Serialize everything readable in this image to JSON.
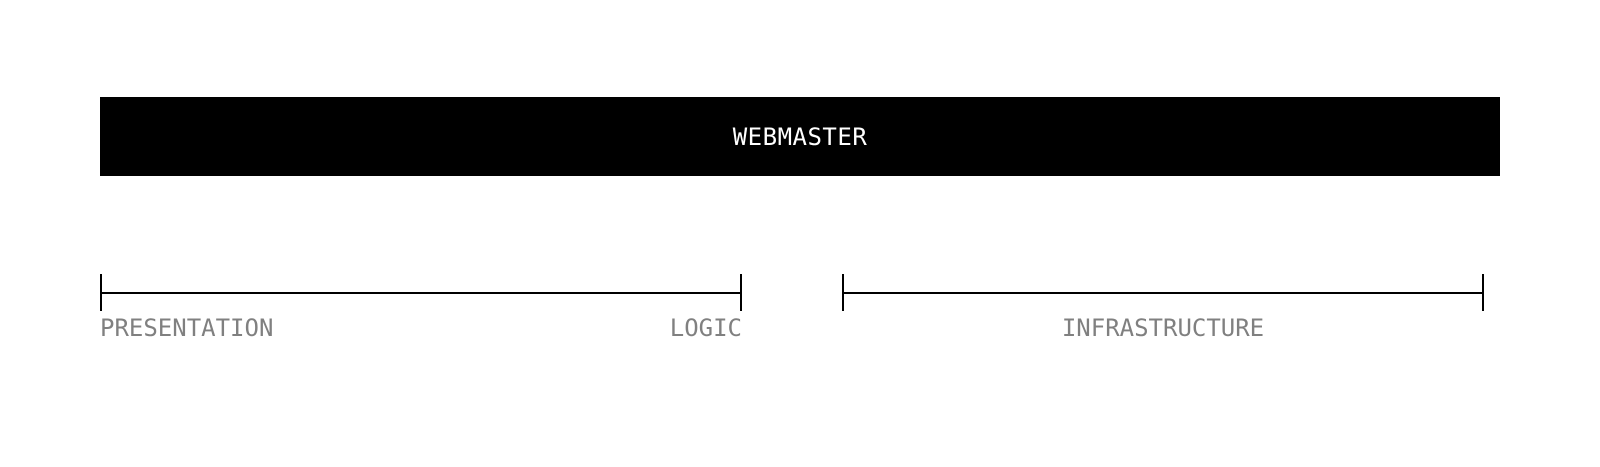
{
  "header": {
    "title": "WEBMASTER"
  },
  "ranges": [
    {
      "name": "presentation-logic",
      "labels": [
        "PRESENTATION",
        "LOGIC"
      ]
    },
    {
      "name": "infrastructure",
      "labels": [
        "INFRASTRUCTURE"
      ]
    }
  ],
  "colors": {
    "bar_bg": "#000000",
    "bar_text": "#ffffff",
    "line": "#000000",
    "label_text": "#808080",
    "page_bg": "#ffffff"
  }
}
